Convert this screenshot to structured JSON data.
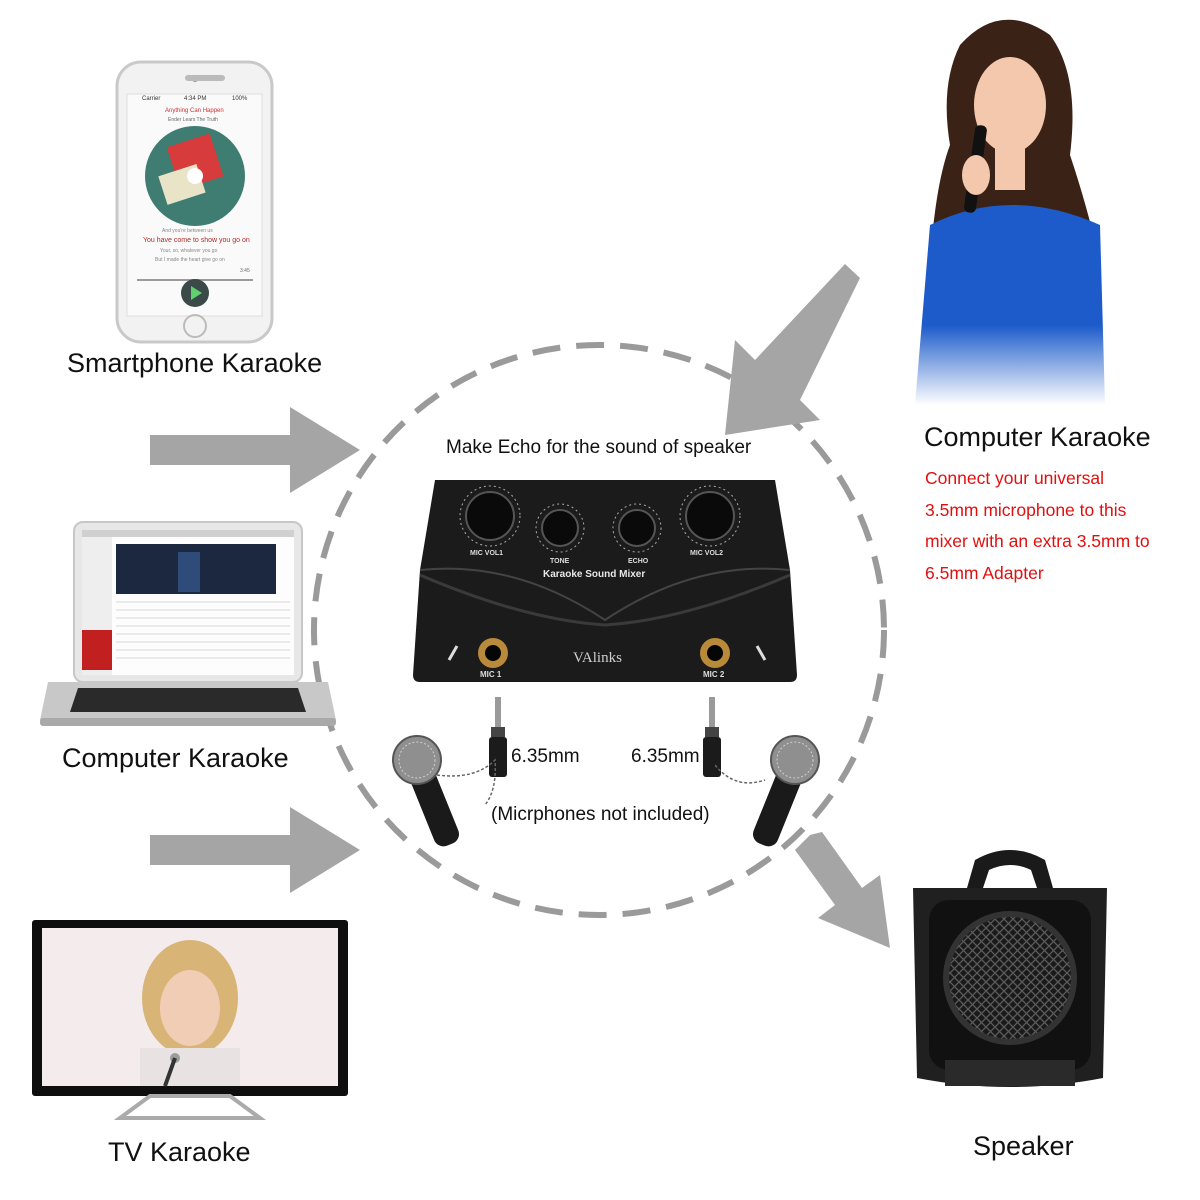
{
  "labels": {
    "smartphone": "Smartphone Karaoke",
    "computer_left": "Computer Karaoke",
    "tv": "TV Karaoke",
    "computer_right": "Computer Karaoke",
    "speaker": "Speaker",
    "echo_caption": "Make Echo for the sound of speaker",
    "mic_note": "(Micrphones not included)",
    "plug_left": "6.35mm",
    "plug_right": "6.35mm"
  },
  "note_lines": [
    "Connect your universal",
    "3.5mm microphone to this",
    "mixer with an extra 3.5mm to",
    "6.5mm Adapter"
  ],
  "mixer": {
    "brand": "VAlinks",
    "title": "Karaoke Sound Mixer",
    "knob1": "MIC VOL1",
    "knob2": "TONE",
    "knob3": "ECHO",
    "knob4": "MIC VOL2",
    "jack1": "MIC 1",
    "jack2": "MIC 2"
  },
  "phone": {
    "carrier": "Carrier",
    "time": "4:34 PM",
    "battery": "100%",
    "song_title": "Anything Can Happen",
    "song_sub": "Ender Lears The Truth",
    "lyric1": "And you're between us",
    "lyric2": "You have come to show you go on",
    "lyric3": "Your, so, whatever you go",
    "lyric4": "But I made the heart give go on",
    "time_right": "3:45"
  },
  "colors": {
    "arrow": "#a5a5a5",
    "circle": "#9a9a9a",
    "note": "#e01010",
    "mixer_body": "#1b1b1b"
  }
}
